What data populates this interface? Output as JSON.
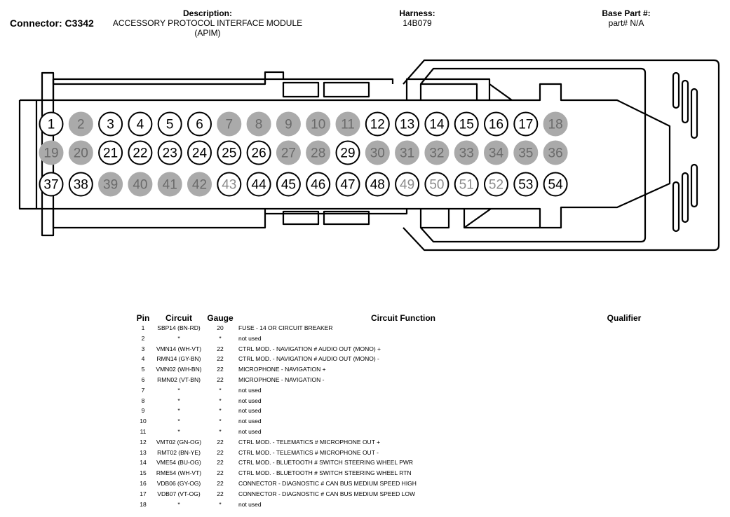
{
  "header": {
    "connector_label": "Connector: C3342",
    "description_label": "Description:",
    "description_line1": "ACCESSORY PROTOCOL INTERFACE MODULE",
    "description_line2": "(APIM)",
    "harness_label": "Harness:",
    "harness_value": "14B079",
    "base_part_label": "Base Part #:",
    "base_part_value": "part# N/A"
  },
  "pins": [
    {
      "n": "1",
      "s": "used"
    },
    {
      "n": "2",
      "s": "unused"
    },
    {
      "n": "3",
      "s": "used"
    },
    {
      "n": "4",
      "s": "used"
    },
    {
      "n": "5",
      "s": "used"
    },
    {
      "n": "6",
      "s": "used"
    },
    {
      "n": "7",
      "s": "unused"
    },
    {
      "n": "8",
      "s": "unused"
    },
    {
      "n": "9",
      "s": "unused"
    },
    {
      "n": "10",
      "s": "unused"
    },
    {
      "n": "11",
      "s": "unused"
    },
    {
      "n": "12",
      "s": "used"
    },
    {
      "n": "13",
      "s": "used"
    },
    {
      "n": "14",
      "s": "used"
    },
    {
      "n": "15",
      "s": "used"
    },
    {
      "n": "16",
      "s": "used"
    },
    {
      "n": "17",
      "s": "used"
    },
    {
      "n": "18",
      "s": "unused"
    },
    {
      "n": "19",
      "s": "unused"
    },
    {
      "n": "20",
      "s": "unused"
    },
    {
      "n": "21",
      "s": "used"
    },
    {
      "n": "22",
      "s": "used"
    },
    {
      "n": "23",
      "s": "used"
    },
    {
      "n": "24",
      "s": "used"
    },
    {
      "n": "25",
      "s": "used"
    },
    {
      "n": "26",
      "s": "used"
    },
    {
      "n": "27",
      "s": "unused"
    },
    {
      "n": "28",
      "s": "unused"
    },
    {
      "n": "29",
      "s": "used"
    },
    {
      "n": "30",
      "s": "unused"
    },
    {
      "n": "31",
      "s": "unused"
    },
    {
      "n": "32",
      "s": "unused"
    },
    {
      "n": "33",
      "s": "unused"
    },
    {
      "n": "34",
      "s": "unused"
    },
    {
      "n": "35",
      "s": "unused"
    },
    {
      "n": "36",
      "s": "unused"
    },
    {
      "n": "37",
      "s": "used"
    },
    {
      "n": "38",
      "s": "used"
    },
    {
      "n": "39",
      "s": "unused"
    },
    {
      "n": "40",
      "s": "unused"
    },
    {
      "n": "41",
      "s": "unused"
    },
    {
      "n": "42",
      "s": "unused"
    },
    {
      "n": "43",
      "s": "partial"
    },
    {
      "n": "44",
      "s": "used"
    },
    {
      "n": "45",
      "s": "used"
    },
    {
      "n": "46",
      "s": "used"
    },
    {
      "n": "47",
      "s": "used"
    },
    {
      "n": "48",
      "s": "used"
    },
    {
      "n": "49",
      "s": "partial"
    },
    {
      "n": "50",
      "s": "partial"
    },
    {
      "n": "51",
      "s": "partial"
    },
    {
      "n": "52",
      "s": "partial"
    },
    {
      "n": "53",
      "s": "used"
    },
    {
      "n": "54",
      "s": "used"
    }
  ],
  "table": {
    "headers": {
      "pin": "Pin",
      "circuit": "Circuit",
      "gauge": "Gauge",
      "function": "Circuit Function",
      "qualifier": "Qualifier"
    },
    "rows": [
      {
        "pin": "1",
        "circuit": "SBP14 (BN-RD)",
        "gauge": "20",
        "function": "FUSE - 14 OR CIRCUIT BREAKER",
        "qualifier": ""
      },
      {
        "pin": "2",
        "circuit": "*",
        "gauge": "*",
        "function": "not used",
        "qualifier": ""
      },
      {
        "pin": "3",
        "circuit": "VMN14 (WH-VT)",
        "gauge": "22",
        "function": "CTRL MOD. - NAVIGATION # AUDIO OUT (MONO) +",
        "qualifier": ""
      },
      {
        "pin": "4",
        "circuit": "RMN14 (GY-BN)",
        "gauge": "22",
        "function": "CTRL MOD. - NAVIGATION # AUDIO OUT (MONO) -",
        "qualifier": ""
      },
      {
        "pin": "5",
        "circuit": "VMN02 (WH-BN)",
        "gauge": "22",
        "function": "MICROPHONE - NAVIGATION +",
        "qualifier": ""
      },
      {
        "pin": "6",
        "circuit": "RMN02 (VT-BN)",
        "gauge": "22",
        "function": "MICROPHONE - NAVIGATION -",
        "qualifier": ""
      },
      {
        "pin": "7",
        "circuit": "*",
        "gauge": "*",
        "function": "not used",
        "qualifier": ""
      },
      {
        "pin": "8",
        "circuit": "*",
        "gauge": "*",
        "function": "not used",
        "qualifier": ""
      },
      {
        "pin": "9",
        "circuit": "*",
        "gauge": "*",
        "function": "not used",
        "qualifier": ""
      },
      {
        "pin": "10",
        "circuit": "*",
        "gauge": "*",
        "function": "not used",
        "qualifier": ""
      },
      {
        "pin": "11",
        "circuit": "*",
        "gauge": "*",
        "function": "not used",
        "qualifier": ""
      },
      {
        "pin": "12",
        "circuit": "VMT02 (GN-OG)",
        "gauge": "22",
        "function": "CTRL MOD. - TELEMATICS # MICROPHONE OUT +",
        "qualifier": ""
      },
      {
        "pin": "13",
        "circuit": "RMT02 (BN-YE)",
        "gauge": "22",
        "function": "CTRL MOD. - TELEMATICS # MICROPHONE OUT -",
        "qualifier": ""
      },
      {
        "pin": "14",
        "circuit": "VME54 (BU-OG)",
        "gauge": "22",
        "function": "CTRL MOD. - BLUETOOTH # SWITCH STEERING WHEEL PWR",
        "qualifier": ""
      },
      {
        "pin": "15",
        "circuit": "RME54 (WH-VT)",
        "gauge": "22",
        "function": "CTRL MOD. - BLUETOOTH # SWITCH STEERING WHEEL RTN",
        "qualifier": ""
      },
      {
        "pin": "16",
        "circuit": "VDB06 (GY-OG)",
        "gauge": "22",
        "function": "CONNECTOR - DIAGNOSTIC # CAN BUS MEDIUM SPEED HIGH",
        "qualifier": ""
      },
      {
        "pin": "17",
        "circuit": "VDB07 (VT-OG)",
        "gauge": "22",
        "function": "CONNECTOR - DIAGNOSTIC # CAN BUS MEDIUM SPEED LOW",
        "qualifier": ""
      },
      {
        "pin": "18",
        "circuit": "*",
        "gauge": "*",
        "function": "not used",
        "qualifier": ""
      }
    ]
  }
}
